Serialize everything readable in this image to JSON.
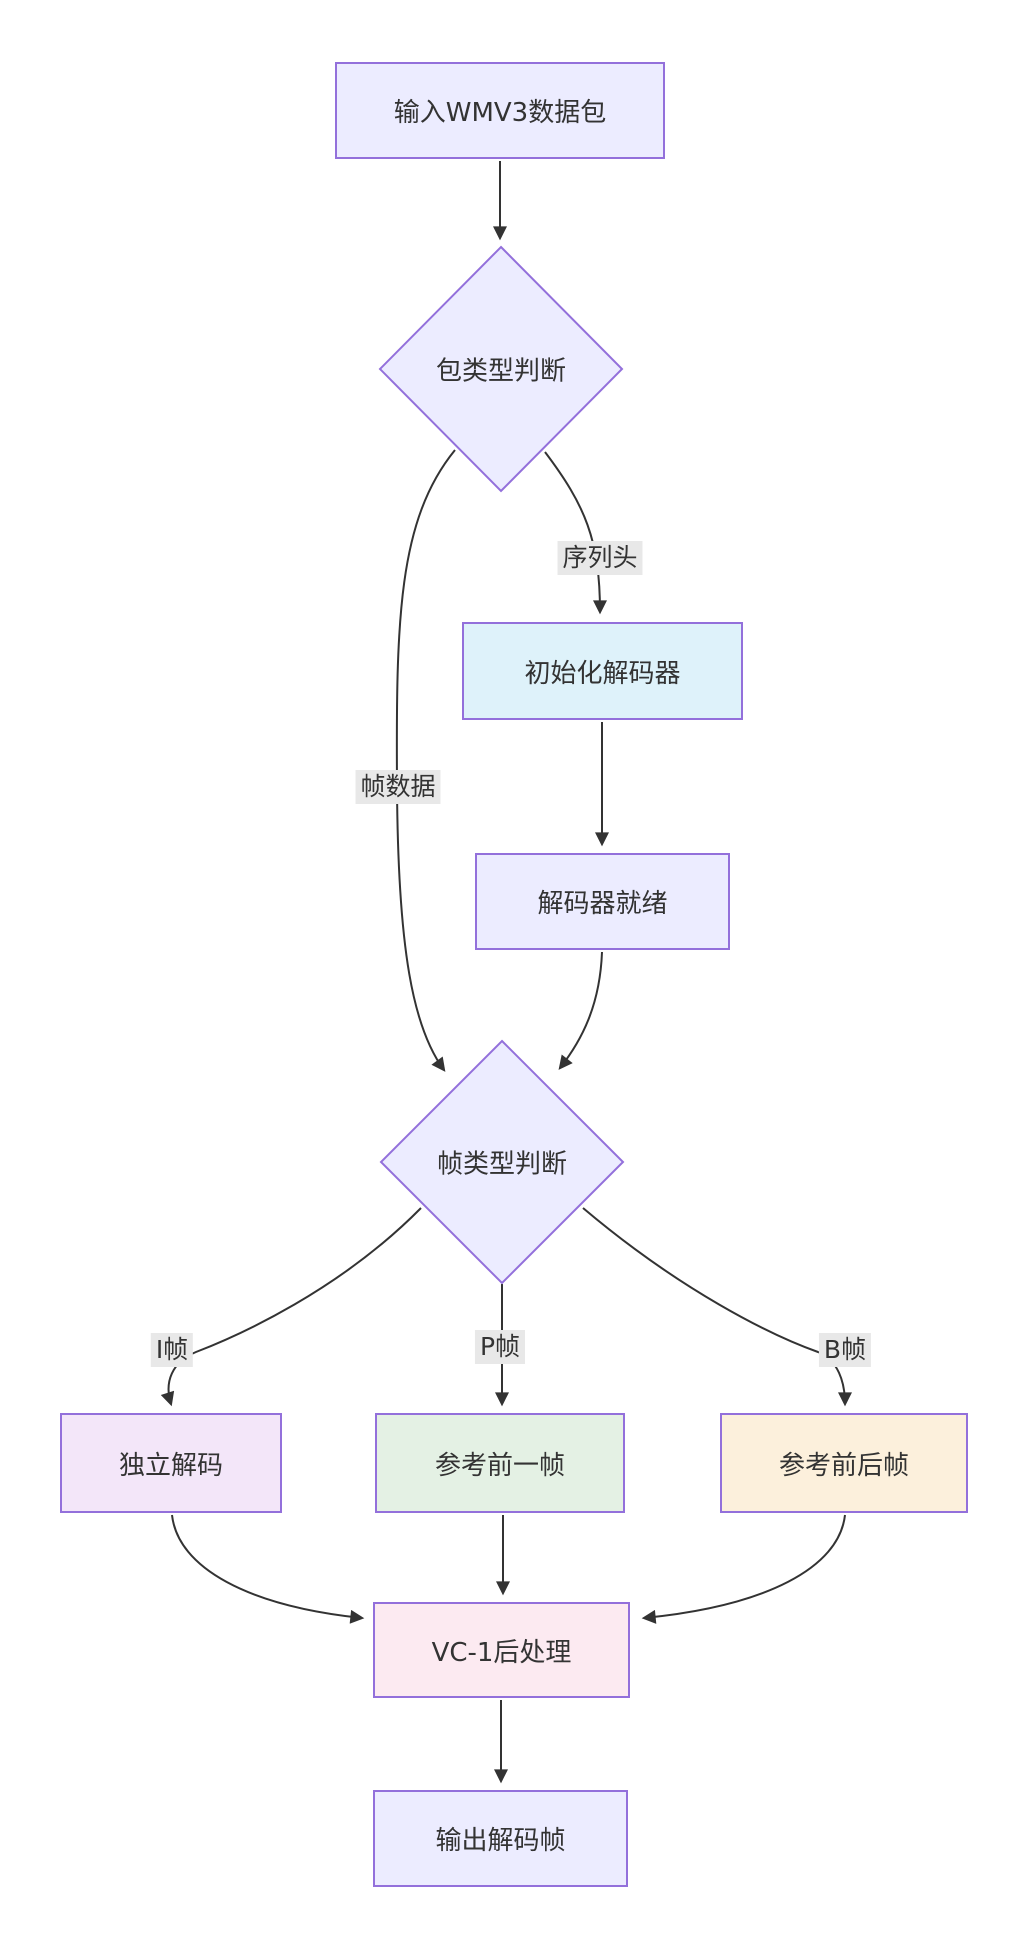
{
  "diagram": {
    "type": "flowchart",
    "direction": "top-down",
    "colors": {
      "background": "#FFFFFF",
      "node_border": "#9370DB",
      "edge_stroke": "#333333",
      "text": "#333333",
      "edge_label_background": "#E8E8E8",
      "lavender_fill": "#ECECFF",
      "cyan_fill": "#DEF2FA",
      "lilac_fill": "#F3E6F9",
      "green_fill": "#E4F1E4",
      "cream_fill": "#FCF0DC",
      "pink_fill": "#FCEAF1"
    },
    "nodes": {
      "input": {
        "label": "输入WMV3数据包",
        "shape": "rect",
        "fill": "#ECECFF"
      },
      "packet_decision": {
        "label": "包类型判断",
        "shape": "diamond",
        "fill": "#ECECFF"
      },
      "init_decoder": {
        "label": "初始化解码器",
        "shape": "rect",
        "fill": "#DEF2FA"
      },
      "decoder_ready": {
        "label": "解码器就绪",
        "shape": "rect",
        "fill": "#ECECFF"
      },
      "frame_decision": {
        "label": "帧类型判断",
        "shape": "diamond",
        "fill": "#ECECFF"
      },
      "i_decode": {
        "label": "独立解码",
        "shape": "rect",
        "fill": "#F3E6F9"
      },
      "p_decode": {
        "label": "参考前一帧",
        "shape": "rect",
        "fill": "#E4F1E4"
      },
      "b_decode": {
        "label": "参考前后帧",
        "shape": "rect",
        "fill": "#FCF0DC"
      },
      "post_process": {
        "label": "VC-1后处理",
        "shape": "rect",
        "fill": "#FCEAF1"
      },
      "output": {
        "label": "输出解码帧",
        "shape": "rect",
        "fill": "#ECECFF"
      }
    },
    "edge_labels": {
      "seq_header": "序列头",
      "frame_data": "帧数据",
      "i_frame": "I帧",
      "p_frame": "P帧",
      "b_frame": "B帧"
    },
    "edges": [
      {
        "from": "input",
        "to": "packet_decision",
        "label": ""
      },
      {
        "from": "packet_decision",
        "to": "init_decoder",
        "label": "序列头"
      },
      {
        "from": "packet_decision",
        "to": "frame_decision",
        "label": "帧数据"
      },
      {
        "from": "init_decoder",
        "to": "decoder_ready",
        "label": ""
      },
      {
        "from": "decoder_ready",
        "to": "frame_decision",
        "label": ""
      },
      {
        "from": "frame_decision",
        "to": "i_decode",
        "label": "I帧"
      },
      {
        "from": "frame_decision",
        "to": "p_decode",
        "label": "P帧"
      },
      {
        "from": "frame_decision",
        "to": "b_decode",
        "label": "B帧"
      },
      {
        "from": "i_decode",
        "to": "post_process",
        "label": ""
      },
      {
        "from": "p_decode",
        "to": "post_process",
        "label": ""
      },
      {
        "from": "b_decode",
        "to": "post_process",
        "label": ""
      },
      {
        "from": "post_process",
        "to": "output",
        "label": ""
      }
    ]
  }
}
